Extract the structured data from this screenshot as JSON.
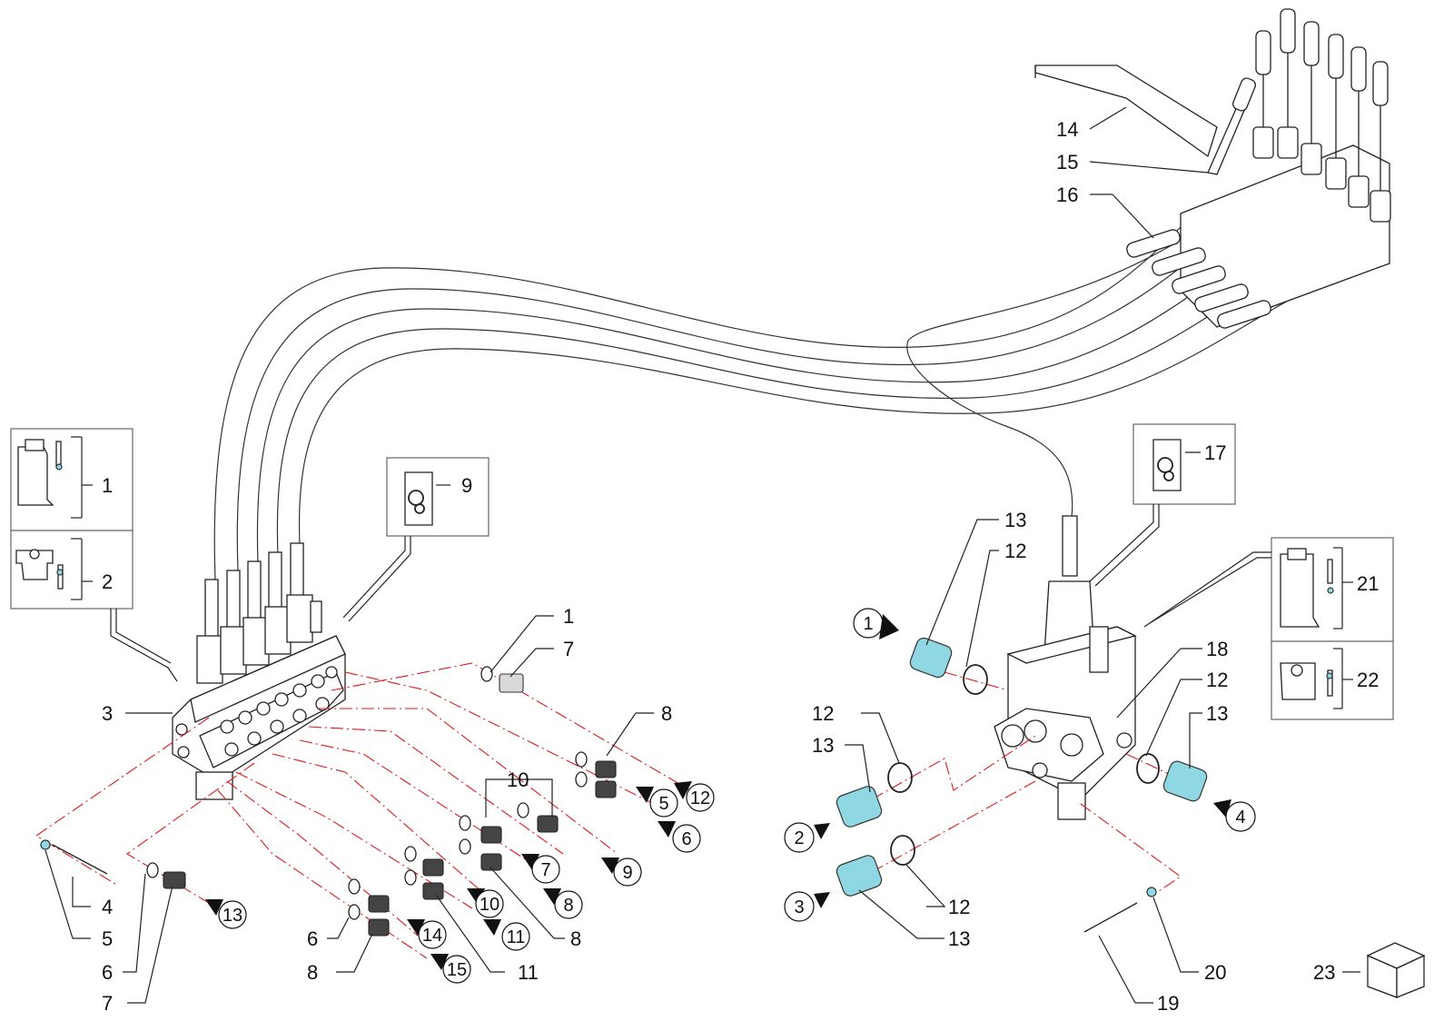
{
  "callouts": {
    "c1a": "1",
    "c2a": "2",
    "c3a": "3",
    "c9a": "9",
    "c1b": "1",
    "c7a": "7",
    "c8a": "8",
    "c10a": "10",
    "c4a": "4",
    "c5a": "5",
    "c6a": "6",
    "c7b": "7",
    "c6b": "6",
    "c8b": "8",
    "c11a": "11",
    "c8c": "8",
    "c14a": "14",
    "c15a": "15",
    "c16a": "16",
    "c17a": "17",
    "c13a": "13",
    "c12a": "12",
    "c12b": "12",
    "c13b": "13",
    "c18a": "18",
    "c12c": "12",
    "c13c": "13",
    "c21a": "21",
    "c22a": "22",
    "c12d": "12",
    "c13d": "13",
    "c19a": "19",
    "c20a": "20",
    "c23a": "23"
  },
  "port_refs": {
    "p12a": "12",
    "p5a": "5",
    "p6a": "6",
    "p9a": "9",
    "p7a": "7",
    "p8a": "8",
    "p10a": "10",
    "p11a": "11",
    "p13a": "13",
    "p14a": "14",
    "p15a": "15",
    "p1b": "1",
    "p2b": "2",
    "p3b": "3",
    "p4b": "4"
  },
  "icons": {
    "seal_kit": "seal-kit-bag-icon",
    "package": "package-box-icon"
  },
  "colors": {
    "flow_lines": "#e01a1a",
    "fittings": "#8fd7e3"
  }
}
